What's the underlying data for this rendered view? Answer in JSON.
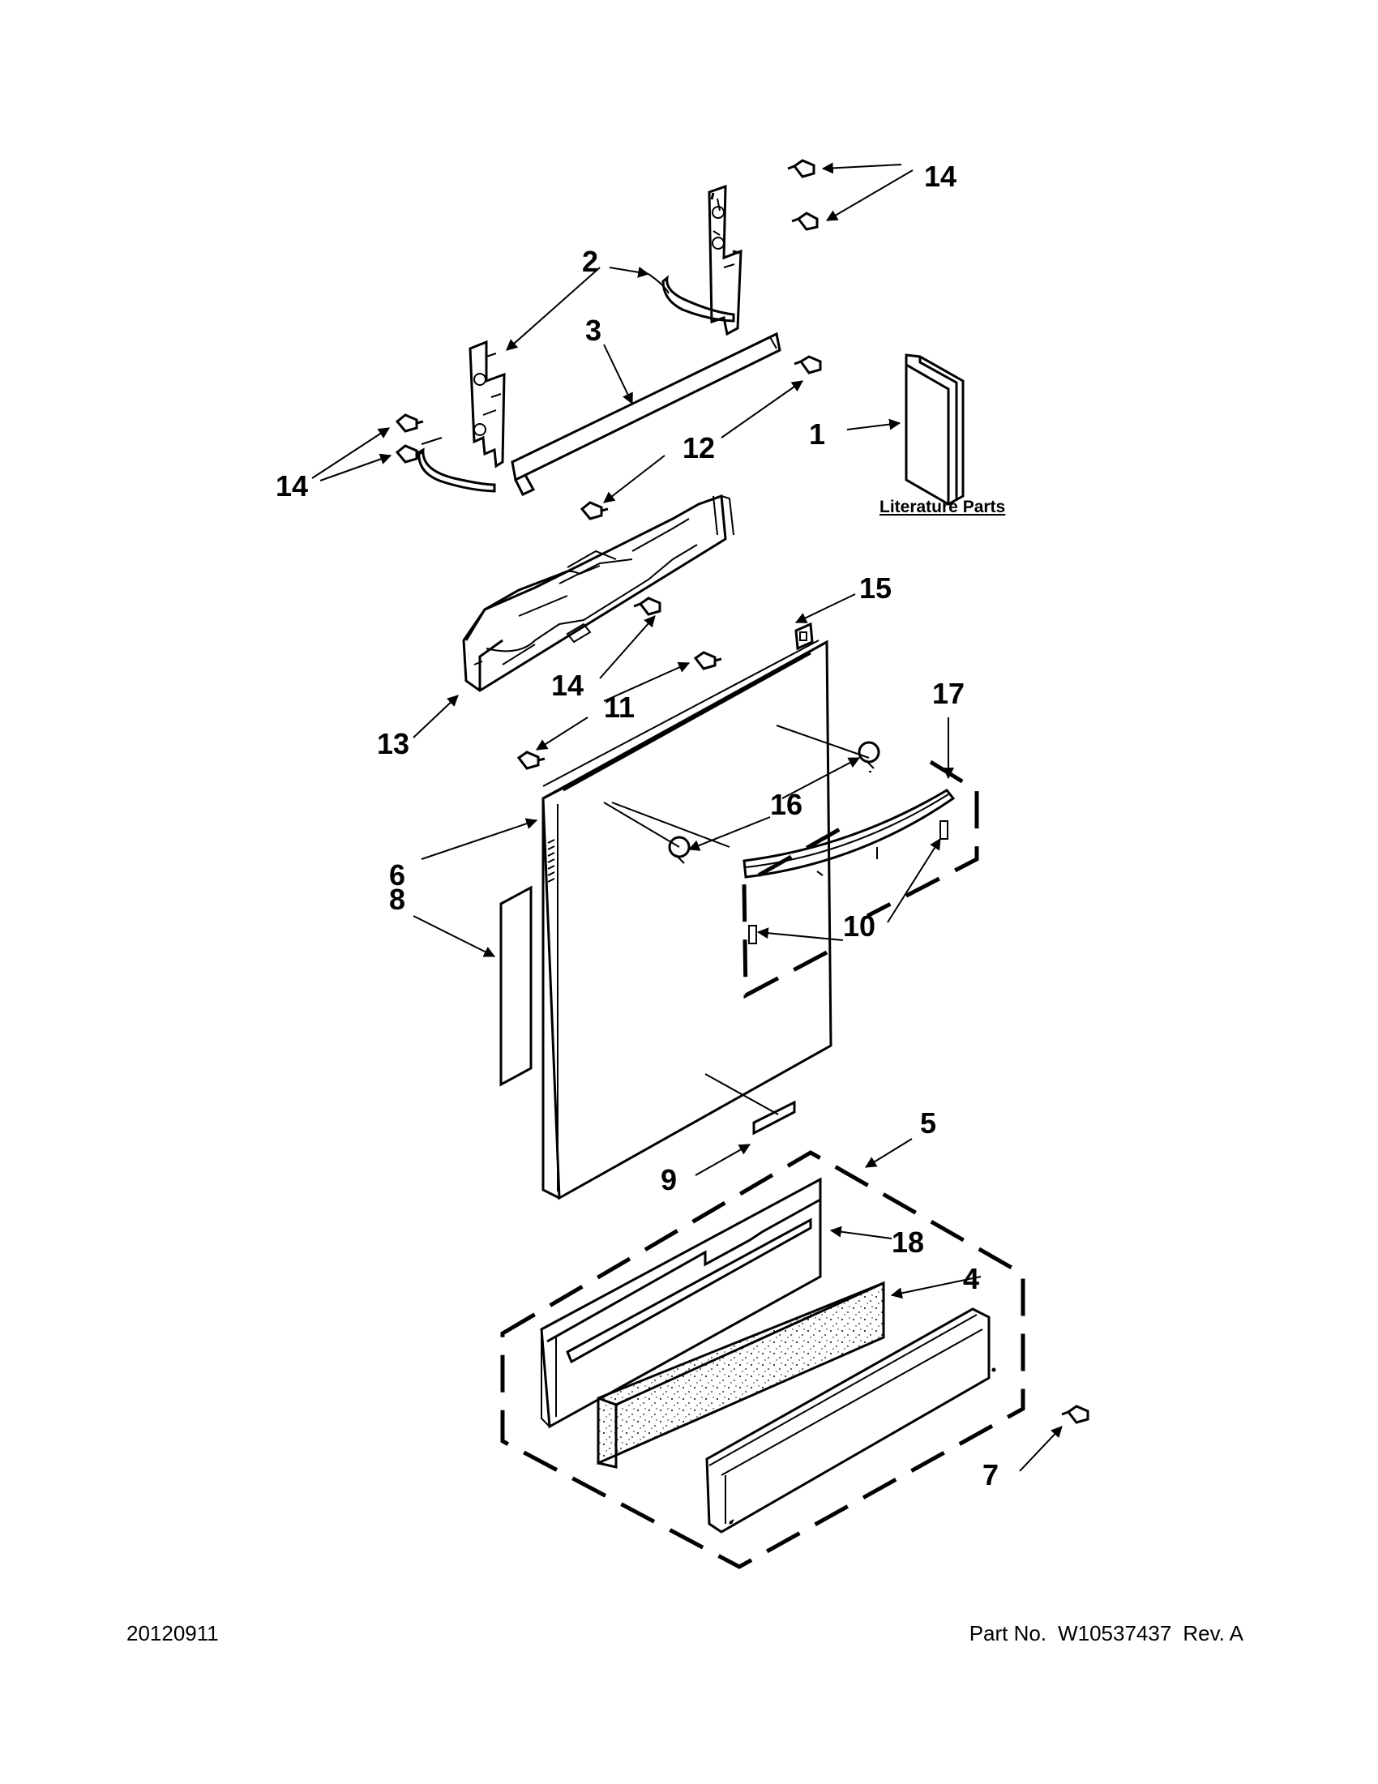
{
  "callouts": {
    "c1": "1",
    "c2": "2",
    "c3": "3",
    "c4": "4",
    "c5": "5",
    "c6": "6",
    "c7": "7",
    "c8": "8",
    "c9": "9",
    "c10": "10",
    "c11": "11",
    "c12": "12",
    "c13": "13",
    "c14": "14",
    "c15": "15",
    "c16": "16",
    "c17": "17",
    "c18": "18"
  },
  "literature_label": "Literature Parts",
  "footer": {
    "date": "20120911",
    "part_label": "Part No.",
    "part_number": "W10537437",
    "revision": "Rev. A"
  }
}
